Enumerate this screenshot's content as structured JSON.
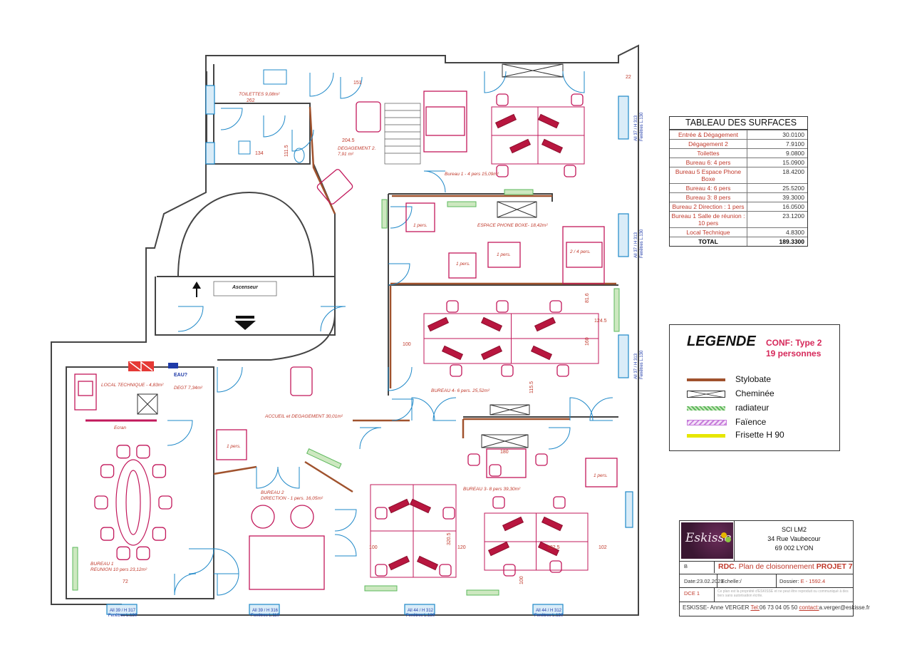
{
  "surfaces": {
    "title": "TABLEAU DES SURFACES",
    "rows": [
      {
        "name": "Entrée & Dégagement",
        "value": "30.0100"
      },
      {
        "name": "Dégagement 2",
        "value": "7.9100"
      },
      {
        "name": "Toilettes",
        "value": "9.0800"
      },
      {
        "name": "Bureau 6: 4 pers",
        "value": "15.0900"
      },
      {
        "name": "Bureau 5 Espace Phone Boxe",
        "value": "18.4200"
      },
      {
        "name": "Bureau 4: 6 pers",
        "value": "25.5200"
      },
      {
        "name": "Bureau 3: 8 pers",
        "value": "39.3000"
      },
      {
        "name": "Bureau 2 Direction : 1 pers",
        "value": "16.0500"
      },
      {
        "name": "Bureau 1 Salle de réunion : 10 pers",
        "value": "23.1200"
      },
      {
        "name": "Local Technique",
        "value": "4.8300"
      }
    ],
    "total_label": "TOTAL",
    "total_value": "189.3300"
  },
  "legend": {
    "title": "LEGENDE",
    "conf_line1": "CONF: Type 2",
    "conf_line2": "19 personnes",
    "items": [
      {
        "label": "Stylobate",
        "color": "#a0522d"
      },
      {
        "label": "Cheminée",
        "color": "#333333"
      },
      {
        "label": "radiateur",
        "color": "#5cb85c"
      },
      {
        "label": "Faïence",
        "color": "#c77ddb"
      },
      {
        "label": "Frisette H 90",
        "color": "#e6e600"
      }
    ]
  },
  "titleblock": {
    "logo": "Eskisse",
    "addr1": "SCI LM2",
    "addr2": "34 Rue Vaubecour",
    "addr3": "69 002 LYON",
    "index": "B",
    "plan_prefix": "RDC.",
    "plan_mid": "Plan de cloisonnement",
    "plan_project": "PROJET 7",
    "date": "Date:23.02.2023",
    "echelle": "Echelle:/",
    "dossier_label": "Dossier:",
    "dossier_value": "E - 1592.4",
    "dce": "DCE 1",
    "note": "Ce plan est la propriété d'ESKISSE et ne peut être reproduit ou communiqué à des tiers sans autorisation écrite.",
    "contact_name": "ESKISSE- Anne VERGER",
    "contact_tel": "Tel:",
    "contact_tel_value": "06 73 04 05 50",
    "contact_mail_label": "contact:",
    "contact_mail": "a.verger@eskisse.fr"
  },
  "plan": {
    "colors": {
      "wall": "#444444",
      "furniture": "#c2185b",
      "door": "#1e88c8",
      "stylobate": "#a0522d",
      "radiator": "#5cb85c"
    },
    "rooms": {
      "toilettes": "TOILETTES  9,08m²",
      "degagement2": "DEGAGEMENT 2.",
      "degagement2_area": "7,91 m²",
      "bureau1": "Bureau 1 - 4 pers 15,09m²",
      "phone": "ESPACE PHONE BOXE- 18,42m²",
      "bureau4": "BUREAU 4- 6 pers. 25,52m²",
      "accueil": "ACCUEIL et DEGAGEMENT 30,01m²",
      "bureau3": "BUREAU 3- 8 pers 39,30m²",
      "bureau2_l1": "BUREAU 2",
      "bureau2_l2": "DIRECTION - 1 pers. 16,05m²",
      "reunion_l1": "BUREAU 1",
      "reunion_l2": "REUNION  10 pers 23,12m²",
      "local": "LOCAL TECHNIQUE - 4,83m²",
      "dgt": "DEGT 7,34m²",
      "ascenseur": "Ascenseur",
      "ecran": "Ecran",
      "eau": "EAU?"
    },
    "labels": {
      "p1": "1 pers.",
      "p2": "1 pers.",
      "p3": "1 pers.",
      "p4": "1 pers.",
      "p5": "1 pers.",
      "p24": "2 / 4 pers."
    },
    "windows": {
      "w1": "All 39 / H 317",
      "w1b": "Fenêtres  L.130",
      "w2": "All 39 / H 316",
      "w2b": "Fenêtres  L.110",
      "w3": "All 44 / H 312",
      "w3b": "Fenêtres  L.130",
      "w4": "All 44 / H 312",
      "w4b": "Fenêtres  L.130",
      "e1": "All 37 / H 313",
      "e1b": "Fenêtres  L.130",
      "e2": "All 37 / H 313",
      "e2b": "Fenêtres  L.130",
      "e3": "All 37 / H 313",
      "e3b": "Fenêtres  L.130"
    },
    "dims": {
      "d262": "262",
      "d151": "151",
      "d2045": "204.5",
      "d115": "111.5",
      "d134": "134",
      "d1245": "124.5",
      "d816": "81.6",
      "d160": "160",
      "d100a": "100",
      "d1155": "115.5",
      "d3205": "320.5",
      "d3225": "322.5",
      "d100b": "100",
      "d102": "102",
      "d120": "120",
      "d100c": "100",
      "d72": "72",
      "d22": "22",
      "d180": "180"
    }
  }
}
